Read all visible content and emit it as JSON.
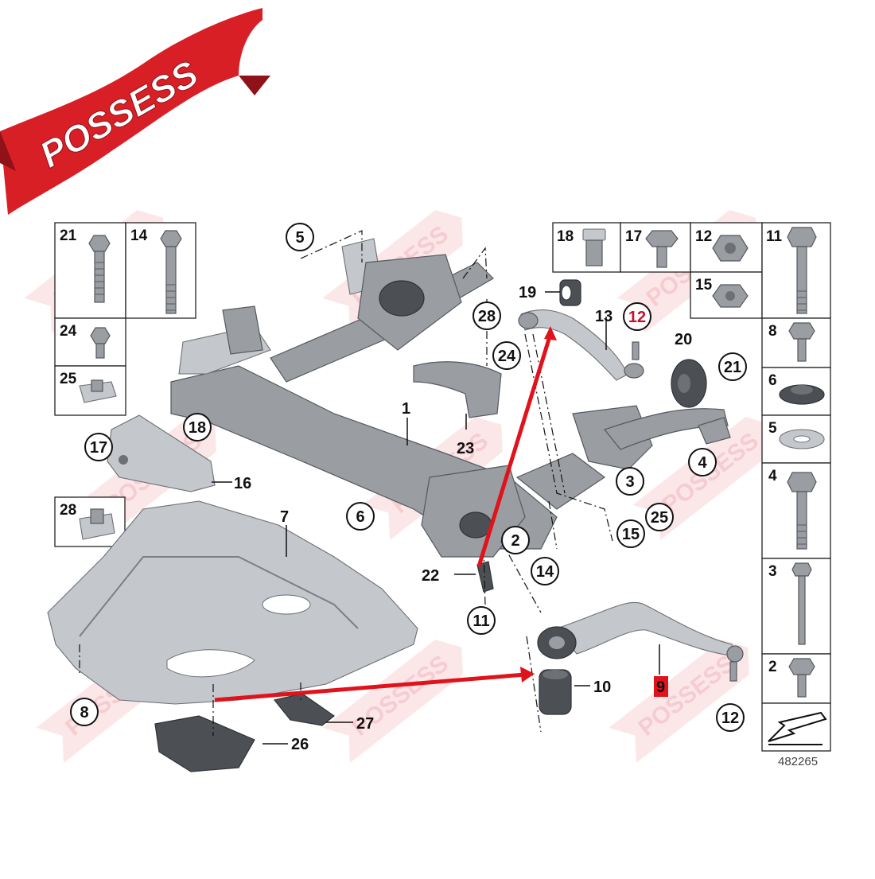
{
  "brand": {
    "name": "POSSESS",
    "color": "#d81f26"
  },
  "diagram_id": "482265",
  "highlight_color": "#e0121b",
  "callouts": {
    "c1": "1",
    "c2": "2",
    "c3": "3",
    "c4": "4",
    "c5": "5",
    "c6": "6",
    "c7": "7",
    "c8": "8",
    "c9": "9",
    "c10": "10",
    "c11": "11",
    "c12a": "12",
    "c12b": "12",
    "c13": "13",
    "c14": "14",
    "c15": "15",
    "c16": "16",
    "c17": "17",
    "c18": "18",
    "c19": "19",
    "c20": "20",
    "c21": "21",
    "c22": "22",
    "c23": "23",
    "c24": "24",
    "c25": "25",
    "c26": "26",
    "c27": "27",
    "c28": "28"
  },
  "left_grid": {
    "b21": "21",
    "b14": "14",
    "b24": "24",
    "b25": "25",
    "b28": "28"
  },
  "top_grid": {
    "b18": "18",
    "b17": "17",
    "b12": "12",
    "b15": "15"
  },
  "right_grid": {
    "b11": "11",
    "b8": "8",
    "b6": "6",
    "b5": "5",
    "b4": "4",
    "b3": "3",
    "b2": "2"
  }
}
